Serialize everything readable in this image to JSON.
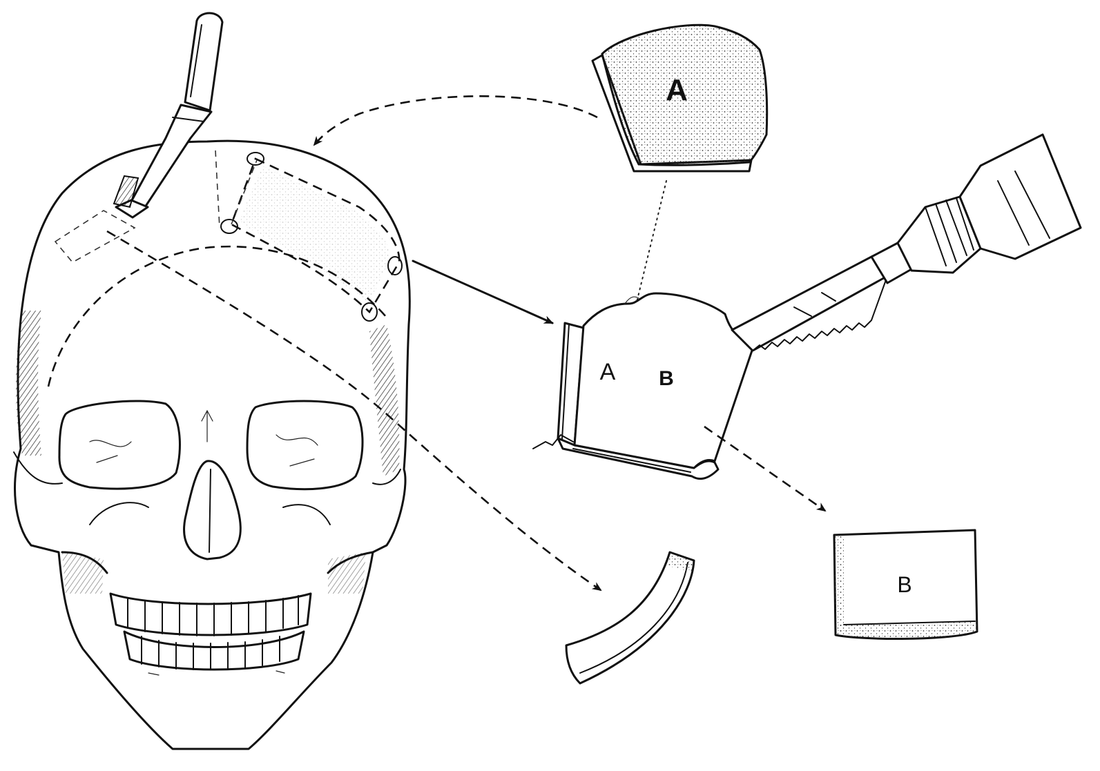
{
  "labels": {
    "graft_a": "A",
    "block_a": "A",
    "block_b": "B",
    "graft_b": "B"
  },
  "colors": {
    "ink": "#111111",
    "paper": "#ffffff"
  },
  "icons": [
    "skull-illustration",
    "periosteal-elevator-icon",
    "bone-saw-icon",
    "dashed-arrow-icon"
  ]
}
